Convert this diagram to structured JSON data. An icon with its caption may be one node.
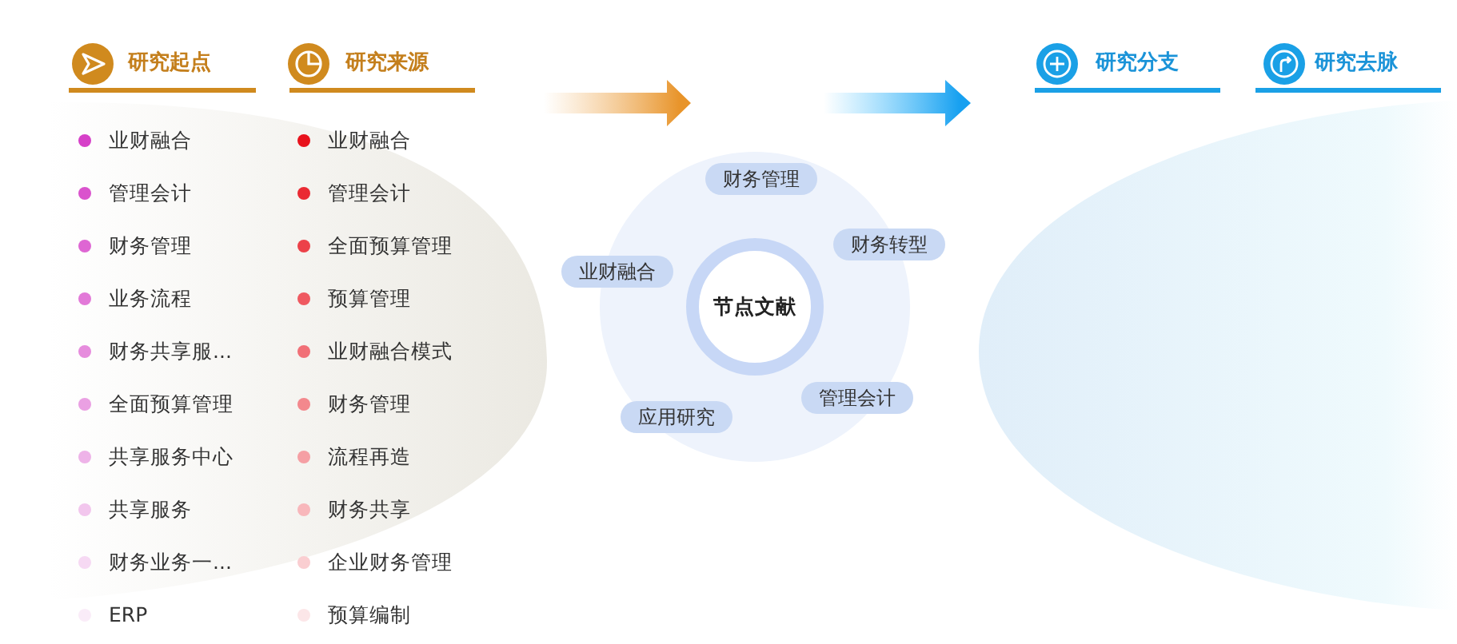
{
  "diagram": {
    "nodes": [
      {
        "text": [
          "财务管理"
        ]
      },
      {
        "text": [
          "财务转型"
        ]
      },
      {
        "text": [
          "业财融合"
        ]
      },
      {
        "text": [
          "节点文献"
        ]
      },
      {
        "text": [
          "管理会计"
        ]
      },
      {
        "text": [
          "应用研究"
        ]
      }
    ],
    "labels": [
      "研究起点",
      "研究来源",
      "研究分支",
      "研究去脉",
      "业财融合",
      "管理会计",
      "财务管理",
      "业务流程",
      "财务共享服...",
      "全面预算管理",
      "共享服务中心",
      "共享服务",
      "财务业务一...",
      "ERP",
      "业财融合",
      "管理会计",
      "全面预算管理",
      "预算管理",
      "业财融合模式",
      "财务管理",
      "流程再造",
      "财务共享",
      "企业财务管理",
      "预算编制"
    ]
  }
}
